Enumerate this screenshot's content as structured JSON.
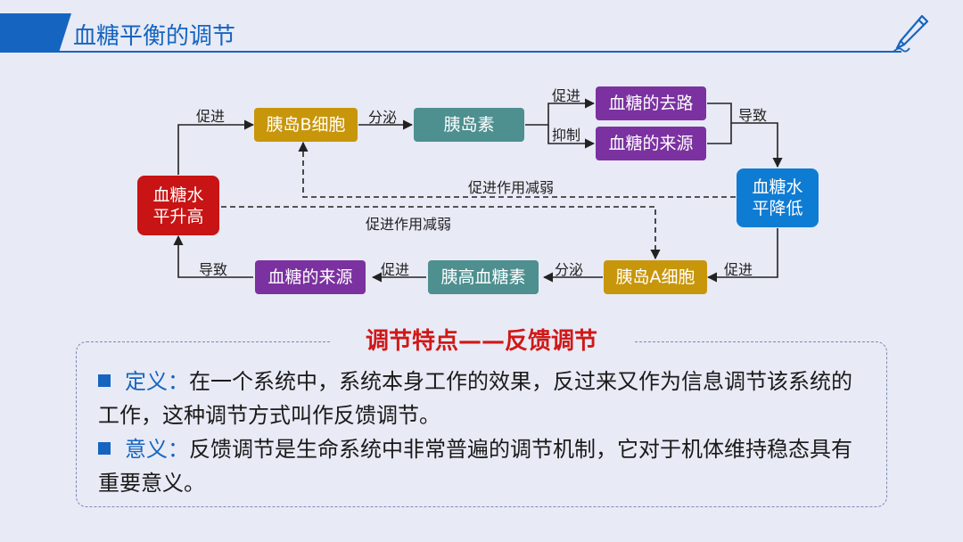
{
  "header": {
    "title": "血糖平衡的调节",
    "icon": "pen-icon"
  },
  "diagram": {
    "nodes": {
      "high": "血糖水\n平升高",
      "b_cell": "胰岛B细胞",
      "insulin": "胰岛素",
      "sugar_out": "血糖的去路",
      "sugar_in_top": "血糖的来源",
      "low": "血糖水\n平降低",
      "a_cell": "胰岛A细胞",
      "glucagon": "胰高血糖素",
      "sugar_in_bottom": "血糖的来源"
    },
    "labels": {
      "promote_b": "促进",
      "secrete_top": "分泌",
      "promote_out": "促进",
      "inhibit_in": "抑制",
      "cause_low": "导致",
      "weaken_upper": "促进作用减弱",
      "weaken_lower": "促进作用减弱",
      "promote_a": "促进",
      "secrete_bottom": "分泌",
      "promote_in": "促进",
      "cause_high": "导致"
    }
  },
  "summary": {
    "title": "调节特点——反馈调节",
    "points": [
      {
        "term": "定义：",
        "text": "在一个系统中，系统本身工作的效果，反过来又作为信息调节该系统的工作，这种调节方式叫作反馈调节。"
      },
      {
        "term": "意义：",
        "text": "反馈调节是生命系统中非常普遍的调节机制，它对于机体维持稳态具有重要意义。"
      }
    ]
  },
  "colors": {
    "accent": "#1565c0",
    "gold_box": "#c8960a",
    "teal_box": "#4e8f90",
    "purple_box": "#7b32a0",
    "red_box": "#c81414",
    "blue_box": "#0f7cd4",
    "highlight_title": "#d01818"
  }
}
